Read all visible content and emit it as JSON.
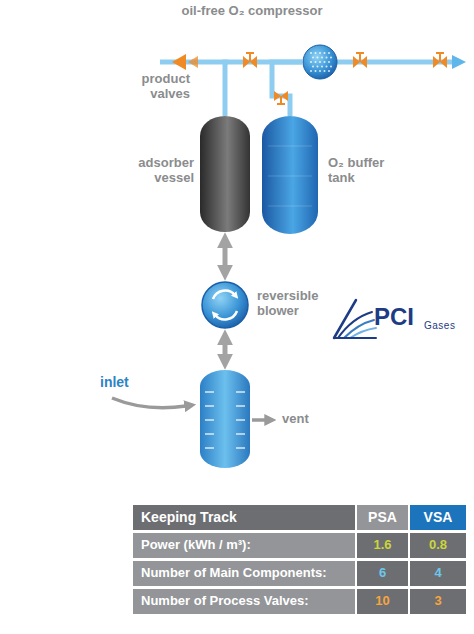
{
  "diagram": {
    "nodes": [
      {
        "text": [
          "oil-free O₂ compressor"
        ]
      },
      {
        "text": [
          "adsorber vessel"
        ]
      },
      {
        "text": [
          "O₂ buffer tank"
        ]
      },
      {
        "text": [
          "reversible blower"
        ]
      },
      {
        "text": [
          "inlet",
          "vent"
        ]
      }
    ],
    "edges": [
      {
        "from": 1,
        "to": 0,
        "arrow": "none"
      },
      {
        "from": 2,
        "to": 0,
        "arrow": "none"
      },
      {
        "from": 1,
        "to": 3,
        "arrow": "both"
      },
      {
        "from": 3,
        "to": 4,
        "arrow": "both"
      }
    ],
    "labels": [
      "product valves",
      "PCI",
      "Gases",
      "Keeping Track",
      "PSA",
      "VSA",
      "Power (kWh / m³):",
      "1.6",
      "0.8",
      "Number of Main Components:",
      "6",
      "4",
      "Number of Process Valves:",
      "10",
      "3"
    ]
  }
}
